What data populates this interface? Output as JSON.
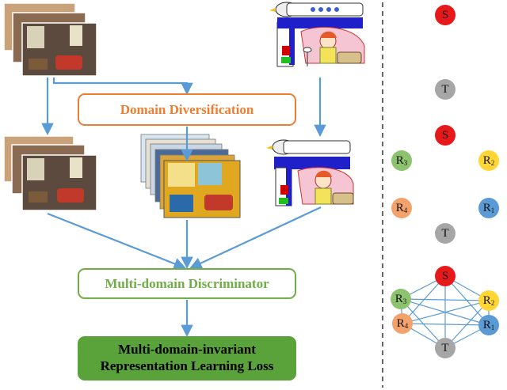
{
  "boxes": {
    "domain_diversification": "Domain Diversification",
    "multi_domain_discriminator": "Multi-domain Discriminator",
    "loss_line1": "Multi-domain-invariant",
    "loss_line2": "Representation Learning Loss"
  },
  "nodes": {
    "S": "S",
    "T": "T",
    "R": "R",
    "sub1": "1",
    "sub2": "2",
    "sub3": "3",
    "sub4": "4"
  },
  "colors": {
    "arrow": "#5b9bd5",
    "orange": "#ed7d31",
    "green": "#70ad47",
    "dark_green": "#5aa23a",
    "S": "#e8191a",
    "T": "#a6a6a6",
    "R1": "#5b9bd5",
    "R2": "#ffd633",
    "R3": "#8dc26f",
    "R4": "#f4a26b"
  }
}
